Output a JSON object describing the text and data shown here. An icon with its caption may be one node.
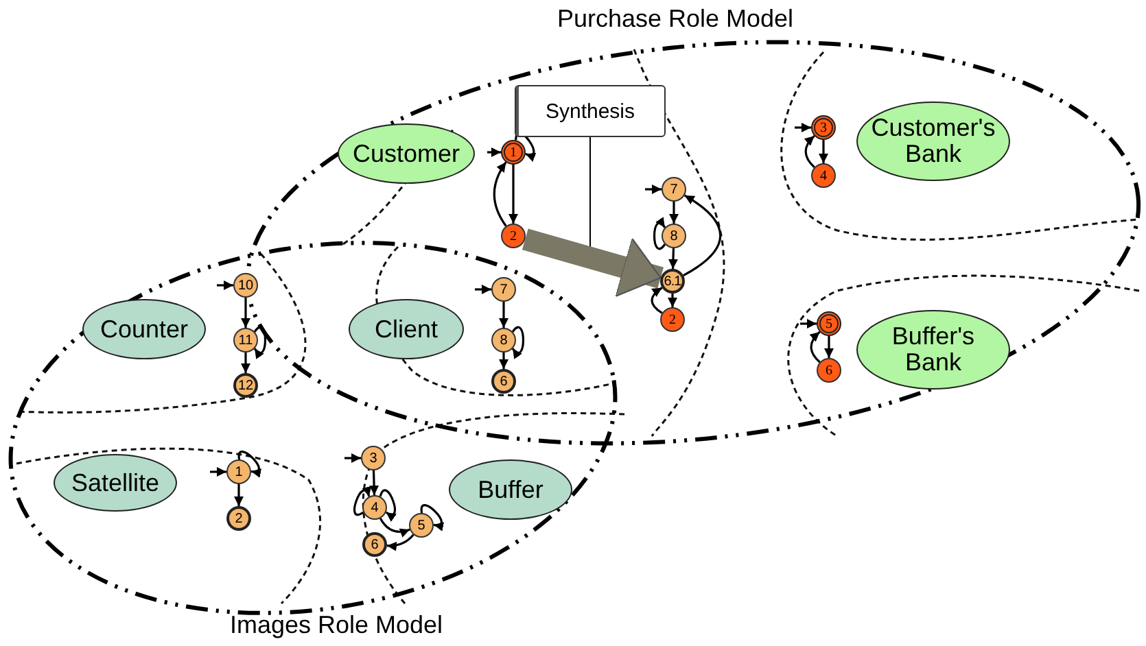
{
  "diagram": {
    "nodes": [
      {
        "text": [
          "Purchase Role Model"
        ]
      },
      {
        "text": [
          "Images Role Model"
        ]
      },
      {
        "text": [
          "Customer"
        ],
        "in": 0
      },
      {
        "text": [
          "Customer's Bank"
        ],
        "in": 0
      },
      {
        "text": [
          "Buffer's Bank"
        ],
        "in": 0
      },
      {
        "text": [
          "Counter"
        ],
        "in": 1
      },
      {
        "text": [
          "Client"
        ]
      },
      {
        "text": [
          "Satellite"
        ],
        "in": 1
      },
      {
        "text": [
          "Buffer"
        ],
        "in": 1
      },
      {
        "text": [
          "Synthesis"
        ],
        "in": 0
      },
      {
        "text": [
          "1"
        ],
        "in": 0
      },
      {
        "text": [
          "2"
        ],
        "in": 0
      },
      {
        "text": [
          "7"
        ],
        "in": 0
      },
      {
        "text": [
          "8"
        ],
        "in": 0
      },
      {
        "text": [
          "6.1"
        ],
        "in": 0
      },
      {
        "text": [
          "2"
        ],
        "in": 0
      },
      {
        "text": [
          "3"
        ],
        "in": 0
      },
      {
        "text": [
          "4"
        ],
        "in": 0
      },
      {
        "text": [
          "5"
        ],
        "in": 0
      },
      {
        "text": [
          "6"
        ],
        "in": 0
      },
      {
        "text": [
          "10"
        ],
        "in": 1
      },
      {
        "text": [
          "11"
        ],
        "in": 1
      },
      {
        "text": [
          "12"
        ],
        "in": 1
      },
      {
        "text": [
          "7"
        ]
      },
      {
        "text": [
          "8"
        ]
      },
      {
        "text": [
          "6"
        ]
      },
      {
        "text": [
          "1"
        ],
        "in": 1
      },
      {
        "text": [
          "2"
        ],
        "in": 1
      },
      {
        "text": [
          "3"
        ],
        "in": 1
      },
      {
        "text": [
          "4"
        ],
        "in": 1
      },
      {
        "text": [
          "5"
        ],
        "in": 1
      },
      {
        "text": [
          "6"
        ],
        "in": 1
      }
    ],
    "edges": [
      {
        "from": null,
        "to": 10,
        "arrow": "to"
      },
      {
        "from": 10,
        "to": 10,
        "arrow": "to"
      },
      {
        "from": 10,
        "to": 11,
        "arrow": "to"
      },
      {
        "from": 11,
        "to": 10,
        "arrow": "to"
      },
      {
        "from": null,
        "to": 12,
        "arrow": "to"
      },
      {
        "from": 12,
        "to": 13,
        "arrow": "to"
      },
      {
        "from": 13,
        "to": 13,
        "arrow": "to"
      },
      {
        "from": 13,
        "to": 14,
        "arrow": "to"
      },
      {
        "from": 14,
        "to": 12,
        "arrow": "to"
      },
      {
        "from": 14,
        "to": 15,
        "arrow": "to"
      },
      {
        "from": 15,
        "to": 14,
        "arrow": "to"
      },
      {
        "from": null,
        "to": 16,
        "arrow": "to"
      },
      {
        "from": 16,
        "to": 17,
        "arrow": "to"
      },
      {
        "from": 17,
        "to": 16,
        "arrow": "to"
      },
      {
        "from": null,
        "to": 18,
        "arrow": "to"
      },
      {
        "from": 18,
        "to": 19,
        "arrow": "to"
      },
      {
        "from": 19,
        "to": 18,
        "arrow": "to"
      },
      {
        "from": null,
        "to": 20,
        "arrow": "to"
      },
      {
        "from": 20,
        "to": 21,
        "arrow": "to"
      },
      {
        "from": 21,
        "to": 21,
        "arrow": "to"
      },
      {
        "from": 21,
        "to": 22,
        "arrow": "to"
      },
      {
        "from": null,
        "to": 23,
        "arrow": "to"
      },
      {
        "from": 23,
        "to": 24,
        "arrow": "to"
      },
      {
        "from": 24,
        "to": 24,
        "arrow": "to"
      },
      {
        "from": 24,
        "to": 25,
        "arrow": "to"
      },
      {
        "from": null,
        "to": 26,
        "arrow": "to"
      },
      {
        "from": 26,
        "to": 26,
        "arrow": "to"
      },
      {
        "from": 26,
        "to": 27,
        "arrow": "to"
      },
      {
        "from": null,
        "to": 28,
        "arrow": "to"
      },
      {
        "from": 28,
        "to": 29,
        "arrow": "to"
      },
      {
        "from": 29,
        "to": 29,
        "arrow": "to"
      },
      {
        "from": 29,
        "to": 29,
        "arrow": "to"
      },
      {
        "from": 29,
        "to": 30,
        "arrow": "to"
      },
      {
        "from": 30,
        "to": 30,
        "arrow": "to"
      },
      {
        "from": 30,
        "to": 31,
        "arrow": "to"
      },
      {
        "from": 9,
        "to": null,
        "arrow": "none"
      },
      {
        "from": 11,
        "to": 14,
        "arrow": "to",
        "style": "thick",
        "color": "#7b7866"
      }
    ]
  }
}
